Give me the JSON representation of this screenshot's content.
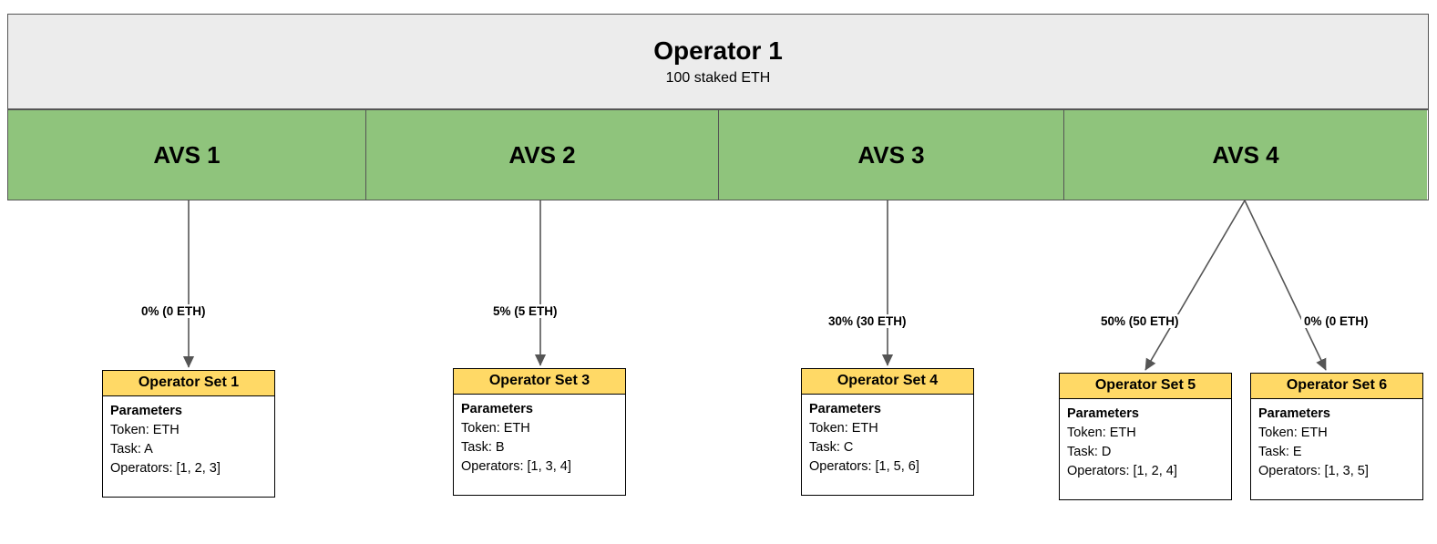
{
  "operator": {
    "title": "Operator 1",
    "subtitle": "100 staked ETH"
  },
  "avs": [
    {
      "label": "AVS 1"
    },
    {
      "label": "AVS 2"
    },
    {
      "label": "AVS 3"
    },
    {
      "label": "AVS 4"
    }
  ],
  "edges": [
    {
      "label": "0% (0 ETH)",
      "from": "AVS 1",
      "to": "Operator Set 1"
    },
    {
      "label": "5% (5 ETH)",
      "from": "AVS 2",
      "to": "Operator Set 3"
    },
    {
      "label": "30% (30 ETH)",
      "from": "AVS 3",
      "to": "Operator Set 4"
    },
    {
      "label": "50% (50 ETH)",
      "from": "AVS 4",
      "to": "Operator Set 5"
    },
    {
      "label": "0% (0 ETH)",
      "from": "AVS 4",
      "to": "Operator Set 6"
    }
  ],
  "operator_sets": [
    {
      "title": "Operator Set 1",
      "params_heading": "Parameters",
      "token": "Token: ETH",
      "task": "Task: A",
      "operators": "Operators: [1, 2, 3]"
    },
    {
      "title": "Operator Set 3",
      "params_heading": "Parameters",
      "token": "Token: ETH",
      "task": "Task: B",
      "operators": "Operators: [1, 3, 4]"
    },
    {
      "title": "Operator Set 4",
      "params_heading": "Parameters",
      "token": "Token: ETH",
      "task": "Task: C",
      "operators": "Operators: [1, 5, 6]"
    },
    {
      "title": "Operator Set 5",
      "params_heading": "Parameters",
      "token": "Token: ETH",
      "task": "Task: D",
      "operators": "Operators: [1, 2, 4]"
    },
    {
      "title": "Operator Set 6",
      "params_heading": "Parameters",
      "token": "Token: ETH",
      "task": "Task: E",
      "operators": "Operators: [1, 3, 5]"
    }
  ],
  "colors": {
    "avs_green": "#8fc47c",
    "operator_gray": "#ececec",
    "opset_yellow": "#ffd966",
    "edge_gray": "#555555",
    "border_black": "#000000"
  }
}
